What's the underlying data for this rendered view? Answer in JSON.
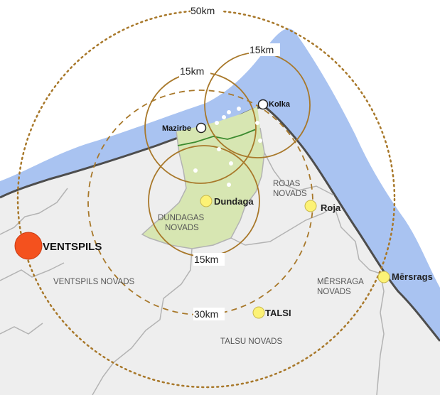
{
  "colors": {
    "sea": "#a9c3f1",
    "land": "#eeeeee",
    "coast": "#4d4d4d",
    "border": "#b3b3b3",
    "dundaga_area": "#d7e6b2",
    "ring": "#a8782a",
    "town_yellow": "#fcf276",
    "ventspils": "#f4511e"
  },
  "rings": {
    "r50": "50km",
    "r30": "30km",
    "r15_north": "15km",
    "r15_northwest": "15km",
    "r15_south": "15km"
  },
  "regions": {
    "dundagas": [
      "DUNDAGAS",
      "NOVADS"
    ],
    "rojas": [
      "ROJAS",
      "NOVADS"
    ],
    "ventspils": "VENTSPILS NOVADS",
    "mersraga": [
      "MĒRSRAGA",
      "NOVADS"
    ],
    "talsu": "TALSU NOVADS"
  },
  "towns": {
    "ventspils": "VENTSPILS",
    "dundaga": "Dundaga",
    "roja": "Roja",
    "mersrags": "Mērsrags",
    "talsi": "TALSI",
    "mazirbe": "Mazirbe",
    "kolka": "Kolka"
  }
}
